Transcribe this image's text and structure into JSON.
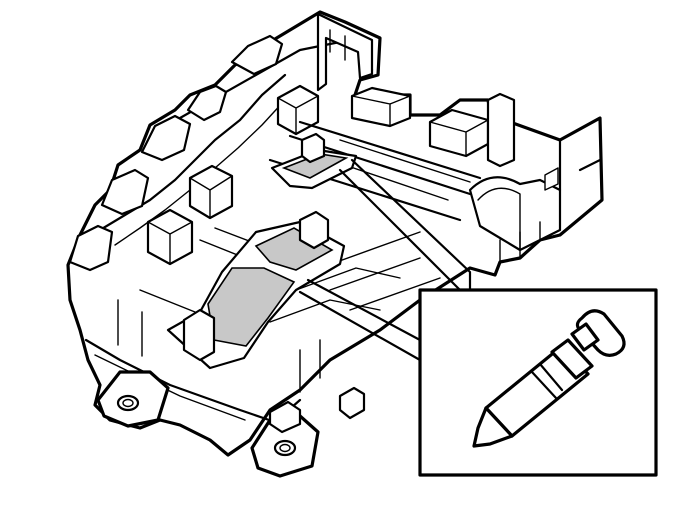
{
  "figure": {
    "subject": "bracket-housing-with-sealant-application",
    "colors": {
      "line": "#000000",
      "background": "#ffffff",
      "highlight": "#c8c8c8"
    },
    "highlighted_areas": [
      {
        "name": "upper-contact-pad"
      },
      {
        "name": "lower-contact-pad-left"
      },
      {
        "name": "lower-contact-pad-right"
      }
    ],
    "detail_inset": {
      "icon": "sealant-applicator-icon"
    }
  }
}
